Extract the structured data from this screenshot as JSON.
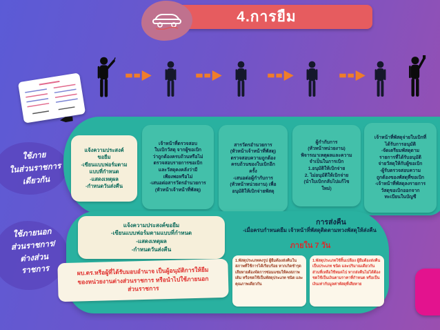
{
  "header": {
    "title": "4.การยืม"
  },
  "colors": {
    "background_left": "#5b5bd6",
    "background_right": "#9b4fb0",
    "banner_red": "#e65c5f",
    "teal_blob": "#29b1a0",
    "card_cream": "#f6efda",
    "card_teal": "#43c0aa",
    "accent_red": "#e0312e",
    "arrow_orange": "#ef7d2a",
    "magenta_tab": "#e3138e",
    "label_blob_purple": "#5a47be"
  },
  "icons": {
    "title_doodle": "car-doodle-icon",
    "flow_people": [
      "pointing-person-icon",
      "person-icon",
      "person-icon",
      "person-icon",
      "person-icon",
      "flag-person-icon"
    ],
    "flow_arrow": "arrow-right-icon",
    "form_paper": "borrow-form-icon",
    "pen": "pen-icon"
  },
  "section_internal": {
    "label": "ใช้ภาย\nในส่วนราชการ\nเดียวกัน",
    "cards": [
      {
        "text": "แจ้งความประสงค์\nขอยืม\n-เขียนแบบฟอร์มตาม\nแบบที่กำหนด\n-แสดงเหตุผล\n-กำหนดวันส่งคืน"
      },
      {
        "text": "เจ้าหน้าที่ตรวจสอบ\nใบเบิกวัสดุ จากผู้ขอเบิก\nว่าถูกต้องครบถ้วนหรือไม่\nตรวจสอบรายการขอเบิก\nและวัสดุคงคลังว่ามี\nเพียงพอหรือไม่\n-เสนอต่อสารวัตรอำนวยการ\n(หัวหน้าเจ้าหน้าที่พัสดุ)"
      },
      {
        "text": "สารวัตรอำนวยการ\n(หัวหน้าเจ้าหน้าที่พัสดุ)\nตรวจสอบความถูกต้อง\nครบถ้วนของใบเบิกอีก\nครั้ง\n-เสนอต่อผู้กำกับการ\n(หัวหน้าหน่วยงาน) เพื่อ\nอนุมัติให้เบิกจ่ายพัสดุ"
      },
      {
        "text": "ผู้กำกับการ\n(หัวหน้าหน่วยงาน)\nพิจารณาเหตุผลและความ\nจำเป็นในการเบิก\n1.อนุมัติให้เบิกจ่าย\n2. ไม่อนุมัติให้เบิกจ่าย\n(นำใบเบิกกลับไปแก้ไข\nใหม่)"
      },
      {
        "text": "เจ้าหน้าที่พัสดุจ่ายใบเบิกที่\nได้รับการอนุมัติ\n-จัดเตรียมพัสดุตาม\nรายการที่ได้รับอนุมัติ\nจ่ายวัสดุให้กับผู้ขอเบิก\n-ผู้รับตรวจสอบความ\nถูกต้องของพัสดุที่ขอเบิก\n-เจ้าหน้าที่พัสดุลงรายการ\nวัสดุขอเบิกออกจาก\nทะเบียนในบัญชี"
      }
    ]
  },
  "section_external": {
    "label": "ใช้ภายนอก\nส่วนราชการ/\nต่างส่วน\nราชการ",
    "request_card": "แจ้งความประสงค์ขอยืม\n-เขียนแบบฟอร์มตามแบบที่กำหนด\n-แสดงเหตุผล\n-กำหนดวันส่งคืน",
    "approval_note": "ผบ.ตร.หรือผู้ที่ได้รับมอบอำนาจ เป็นผู้อนุมัติการให้ยืม\nของหน่วยงานต่างส่วนราชการ หรือนำไปใช้ภายนอก\nส่วนราชการ",
    "return": {
      "title": "การส่งคืน",
      "intro": "-เมื่อครบกำหนดยืม เจ้าหน้าที่พัสดุติดตามทวงพัสดุให้ส่งคืน",
      "deadline": "ภายใน 7 วัน",
      "notes": [
        "1.พัสดุประเภทคงรูป ผู้ยืมต้องส่งคืนในสภาพที่ใช้การได้เรียบร้อย หากเกิดชำรุดเสียหายต้องจัดการซ่อมแซมให้คงสภาพเดิม หรือชดใช้เป็นพัสดุประเภท ชนิด และคุณภาพเดียวกัน",
        "1.พัสดุประเภทใช้สิ้นเปลือง ผู้ยืมต้องส่งคืนเป็นประเภท ชนิด และปริมาณเดียวกัน ส่วนที่เหลือใช้หมดไป หากส่งคืนไม่ได้ต้องชดใช้เป็นเงินตามราคาที่กำหนด หรือเป็นเงินเท่ากับมูลค่าพัสดุที่เสียหาย"
      ]
    }
  }
}
